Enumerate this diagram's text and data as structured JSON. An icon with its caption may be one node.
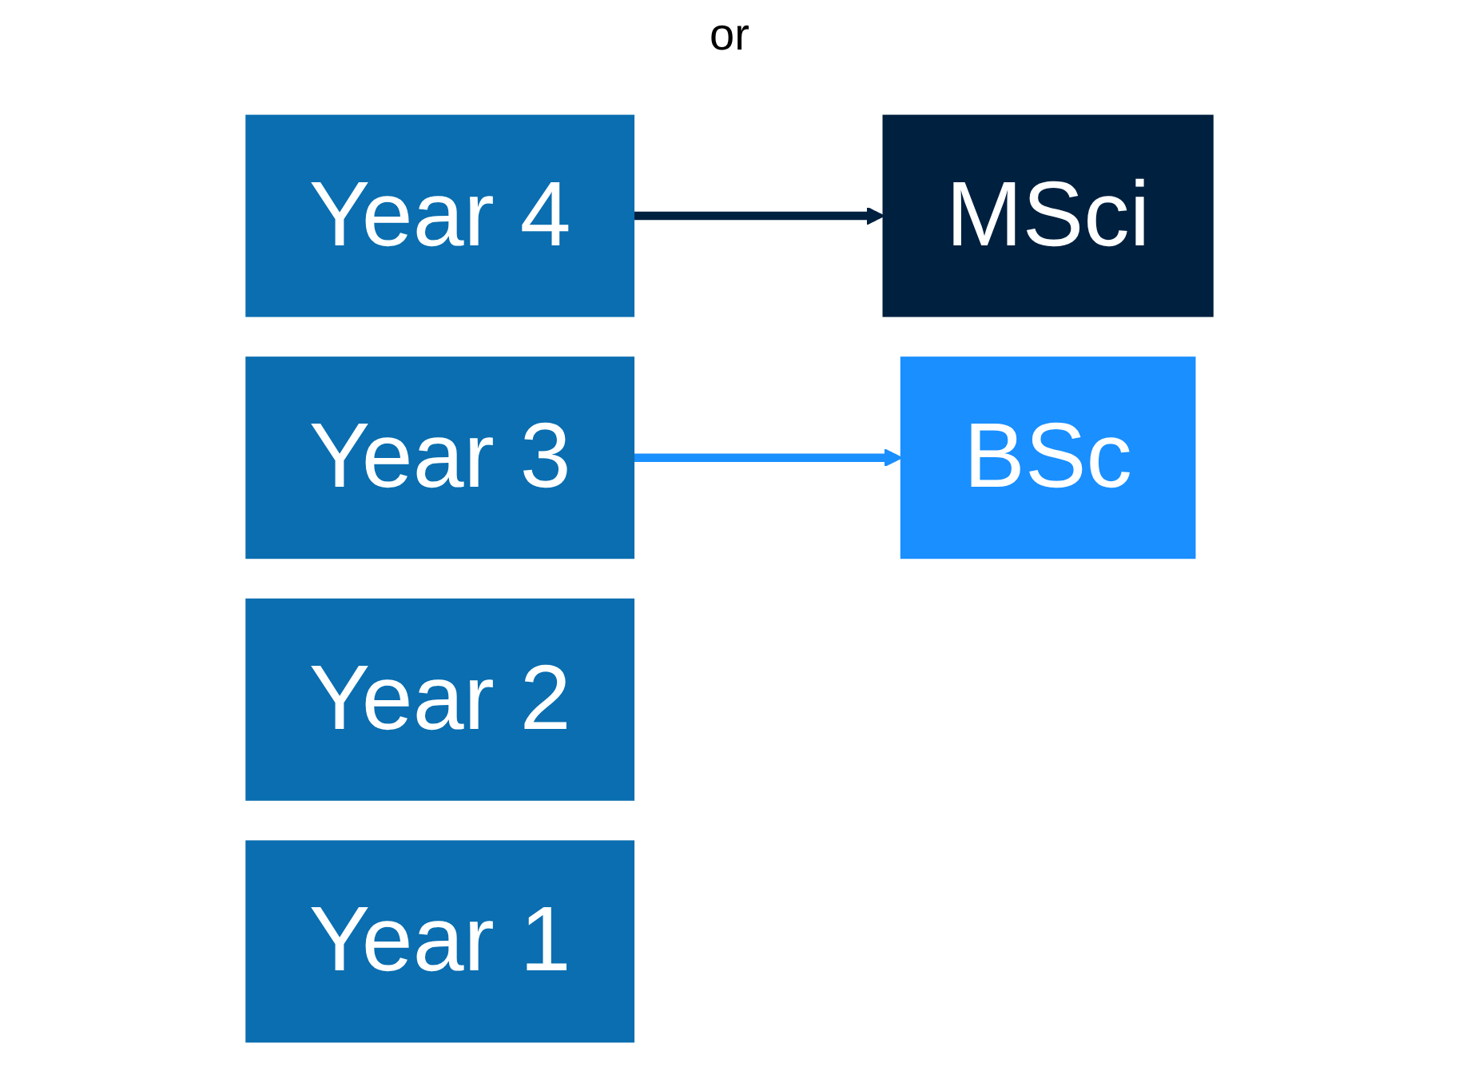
{
  "diagram": {
    "nodes": [
      {
        "text": [
          "Year 4"
        ]
      },
      {
        "text": [
          "MSci"
        ]
      },
      {
        "text": [
          "Year 3"
        ]
      },
      {
        "text": [
          "BSc"
        ]
      },
      {
        "text": [
          "Year 2"
        ]
      },
      {
        "text": [
          "Year 1"
        ]
      }
    ],
    "edges": [
      {
        "from": 0,
        "to": 1,
        "arrow": "to",
        "color": "#00203f"
      },
      {
        "from": 2,
        "to": 3,
        "arrow": "to",
        "color": "#1a8fff"
      }
    ],
    "labels": [
      "or"
    ]
  }
}
